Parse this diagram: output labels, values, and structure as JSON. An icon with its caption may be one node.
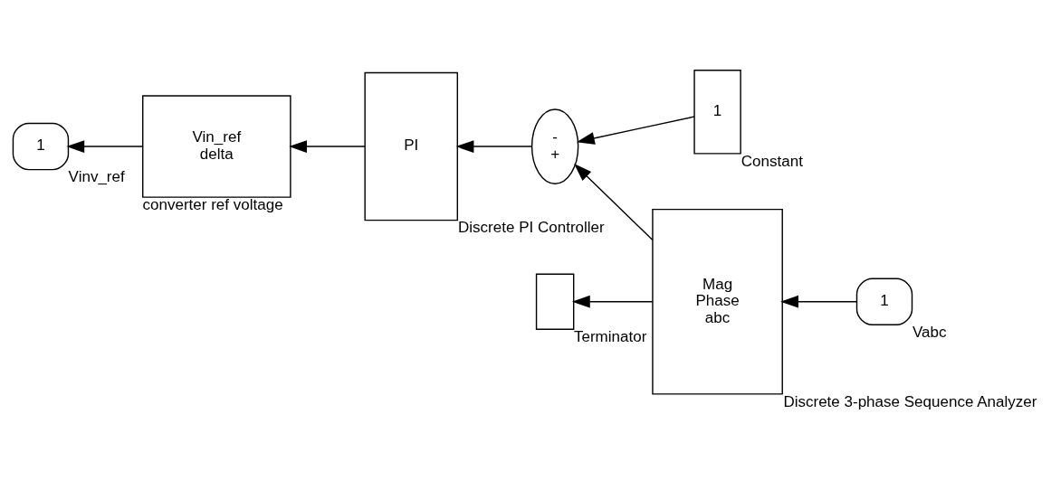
{
  "diagram": {
    "nodes": [
      {
        "text": [
          "1"
        ],
        "beside": [
          "Vinv_ref"
        ]
      },
      {
        "text": [
          "Vin_ref",
          "delta"
        ],
        "beside": [
          "converter ref voltage"
        ]
      },
      {
        "text": [
          "PI"
        ],
        "beside": [
          "Discrete PI Controller"
        ]
      },
      {
        "text": [
          "-",
          "+"
        ]
      },
      {
        "text": [
          "Mag",
          "Phase",
          "abc"
        ],
        "beside": [
          "Discrete 3-phase Sequence Analyzer"
        ]
      },
      {
        "text": [
          "1"
        ],
        "beside": [
          "Vabc"
        ]
      },
      {
        "text": [
          "1"
        ],
        "beside": [
          "Constant"
        ]
      },
      {
        "text": [],
        "shape": "box",
        "beside": [
          "Terminator"
        ]
      }
    ],
    "edges": [
      {
        "from": 5,
        "to": 4,
        "arrow": "to"
      },
      {
        "from": 4,
        "to": 3,
        "arrow": "to"
      },
      {
        "from": 3,
        "to": 2,
        "arrow": "to"
      },
      {
        "from": 2,
        "to": 1,
        "arrow": "to"
      },
      {
        "from": 1,
        "to": 0,
        "arrow": "to"
      },
      {
        "from": 6,
        "to": 3,
        "arrow": "to"
      },
      {
        "from": 4,
        "to": 7,
        "arrow": "to"
      }
    ]
  }
}
